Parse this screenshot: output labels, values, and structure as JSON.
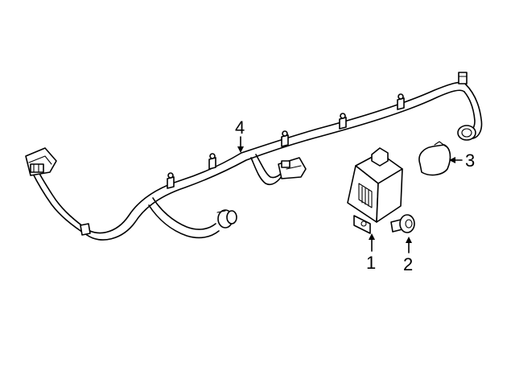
{
  "callouts": [
    {
      "id": "1",
      "label": "1",
      "part": "park-assist-module"
    },
    {
      "id": "2",
      "label": "2",
      "part": "module-screw"
    },
    {
      "id": "3",
      "label": "3",
      "part": "clip"
    },
    {
      "id": "4",
      "label": "4",
      "part": "wiring-harness"
    }
  ]
}
